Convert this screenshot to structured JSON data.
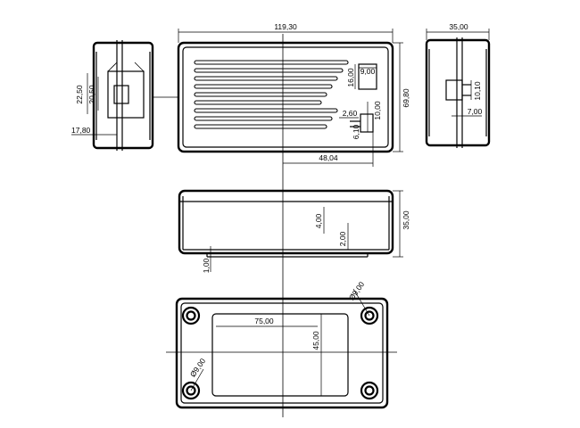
{
  "dimensions": {
    "overall_length": "119,30",
    "side_width": "35,00",
    "top_slot_width": "9,00",
    "top_slot_height": "16,00",
    "side_height": "69,80",
    "port_width": "2,60",
    "port_depth": "10,00",
    "port_small": "6,10",
    "port_offset": "48,04",
    "side_port_height": "10,10",
    "side_port_width": "7,00",
    "left_outer": "22,50",
    "left_inner": "20,50",
    "left_base": "17,80",
    "front_height": "35,00",
    "front_small_1": "4,00",
    "front_small_2": "2,00",
    "front_gap": "1,00",
    "label_width": "75,00",
    "label_height": "45,00",
    "foot_dia_top": "Ø9,00",
    "foot_dia_bottom": "Ø9,00"
  }
}
